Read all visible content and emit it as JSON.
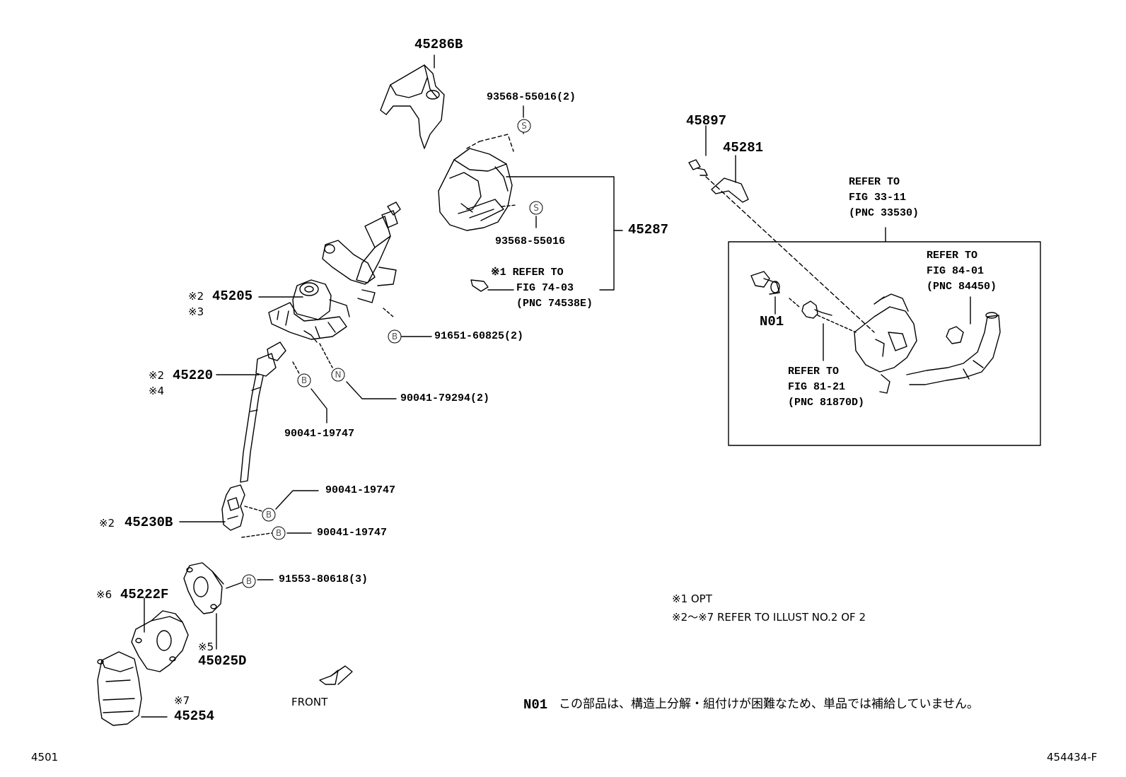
{
  "labels": {
    "p45286b": "45286B",
    "p93568_55016_2": "93568-55016(2)",
    "p45897": "45897",
    "p45281": "45281",
    "refer_33_1": "REFER TO",
    "refer_33_2": "FIG 33-11",
    "refer_33_3": "(PNC 33530)",
    "p93568_55016": "93568-55016",
    "p45287": "45287",
    "refer_84_1": "REFER TO",
    "refer_84_2": "FIG 84-01",
    "refer_84_3": "(PNC 84450)",
    "refer_74_1": "※1 REFER TO",
    "refer_74_2": "FIG 74-03",
    "refer_74_3": "(PNC 74538E)",
    "mark_45205_a": "※2",
    "p45205": "45205",
    "mark_45205_b": "※3",
    "n01": "N01",
    "p91651": "91651-60825(2)",
    "refer_81_1": "REFER TO",
    "refer_81_2": "FIG 81-21",
    "refer_81_3": "(PNC 81870D)",
    "mark_45220_a": "※2",
    "p45220": "45220",
    "mark_45220_b": "※4",
    "p90041_79294": "90041-79294(2)",
    "p90041_19747_a": "90041-19747",
    "p90041_19747_b": "90041-19747",
    "mark_45230b": "※2",
    "p45230b": "45230B",
    "p90041_19747_c": "90041-19747",
    "p91553": "91553-80618(3)",
    "mark_45222f": "※6",
    "p45222f": "45222F",
    "mark_45025d": "※5",
    "p45025d": "45025D",
    "mark_45254": "※7",
    "p45254": "45254",
    "front": "FRONT",
    "note1": "※1 OPT",
    "note2": "※2～※7 REFER TO ILLUST NO.2 OF 2",
    "n01_note_code": "N01",
    "n01_note_text": "この部品は、構造上分解・組付けが困難なため、単品では補給していません。",
    "footer_left": "4501",
    "footer_right": "454434-F"
  },
  "callouts": {
    "s": "S",
    "b": "B",
    "n": "N"
  }
}
